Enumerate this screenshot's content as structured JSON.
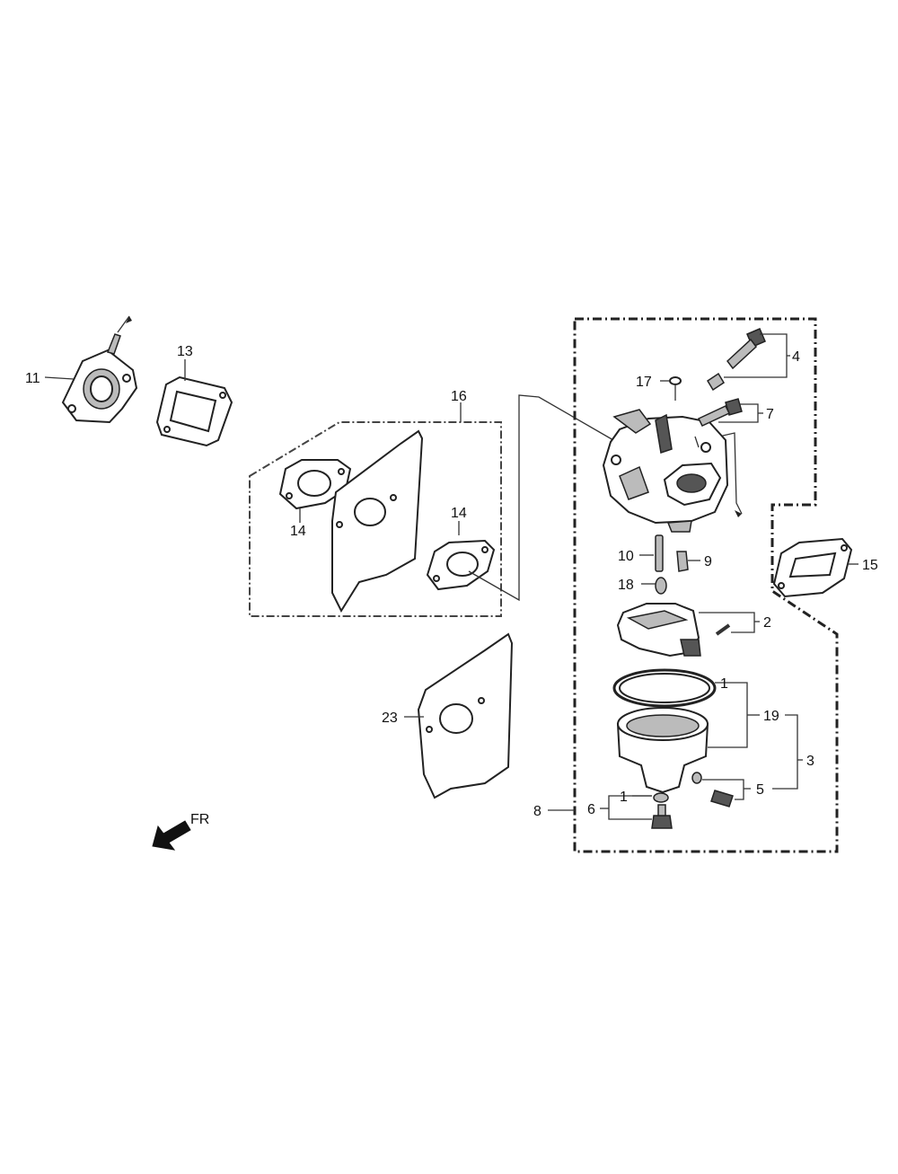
{
  "labels": {
    "p1a": "1",
    "p1b": "1",
    "p2": "2",
    "p3": "3",
    "p4": "4",
    "p5": "5",
    "p6": "6",
    "p7": "7",
    "p8": "8",
    "p9": "9",
    "p10": "10",
    "p11": "11",
    "p13": "13",
    "p14a": "14",
    "p14b": "14",
    "p15": "15",
    "p16": "16",
    "p17": "17",
    "p18": "18",
    "p19": "19",
    "p23": "23"
  },
  "direction": {
    "text": "FR",
    "icon": "arrow-down-left-icon"
  },
  "colors": {
    "line": "#222222",
    "background": "#ffffff"
  }
}
